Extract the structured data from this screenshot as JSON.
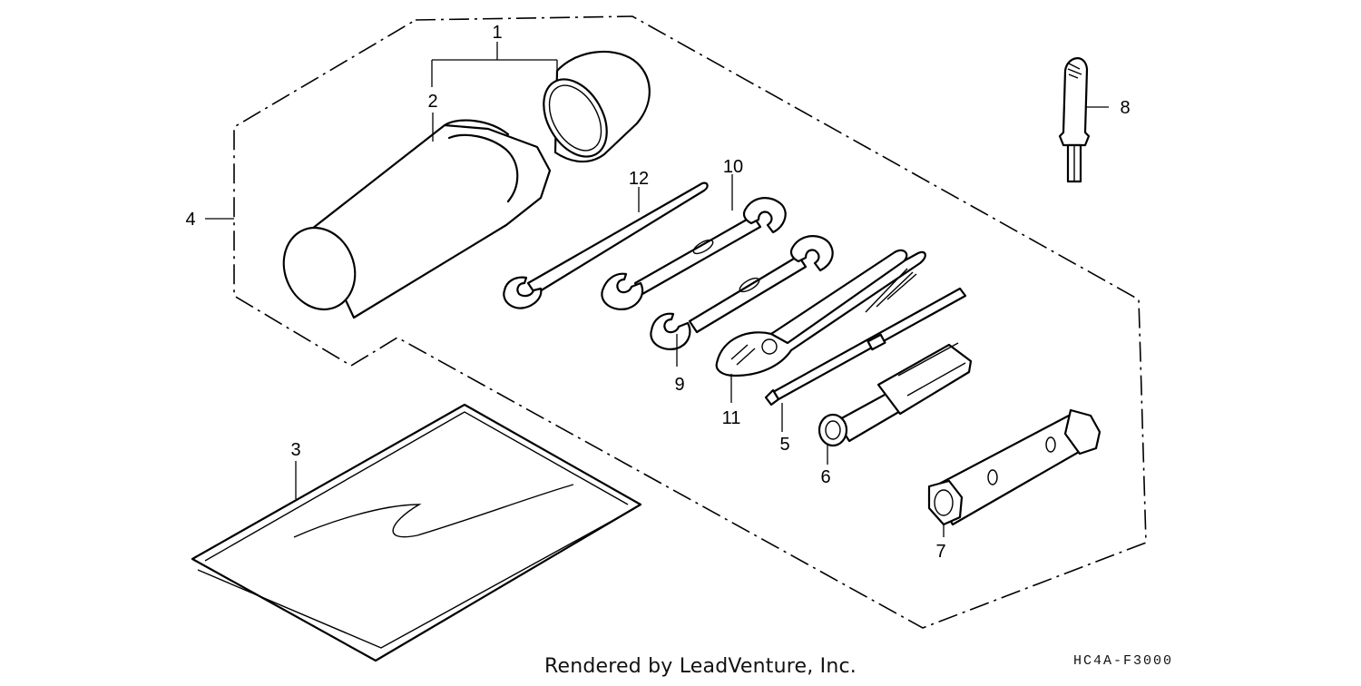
{
  "diagram": {
    "callouts": [
      "1",
      "2",
      "3",
      "4",
      "5",
      "6",
      "7",
      "8",
      "9",
      "10",
      "11",
      "12"
    ]
  },
  "footer": {
    "credit": "Rendered by LeadVenture, Inc.",
    "code": "HC4A-F3000"
  }
}
